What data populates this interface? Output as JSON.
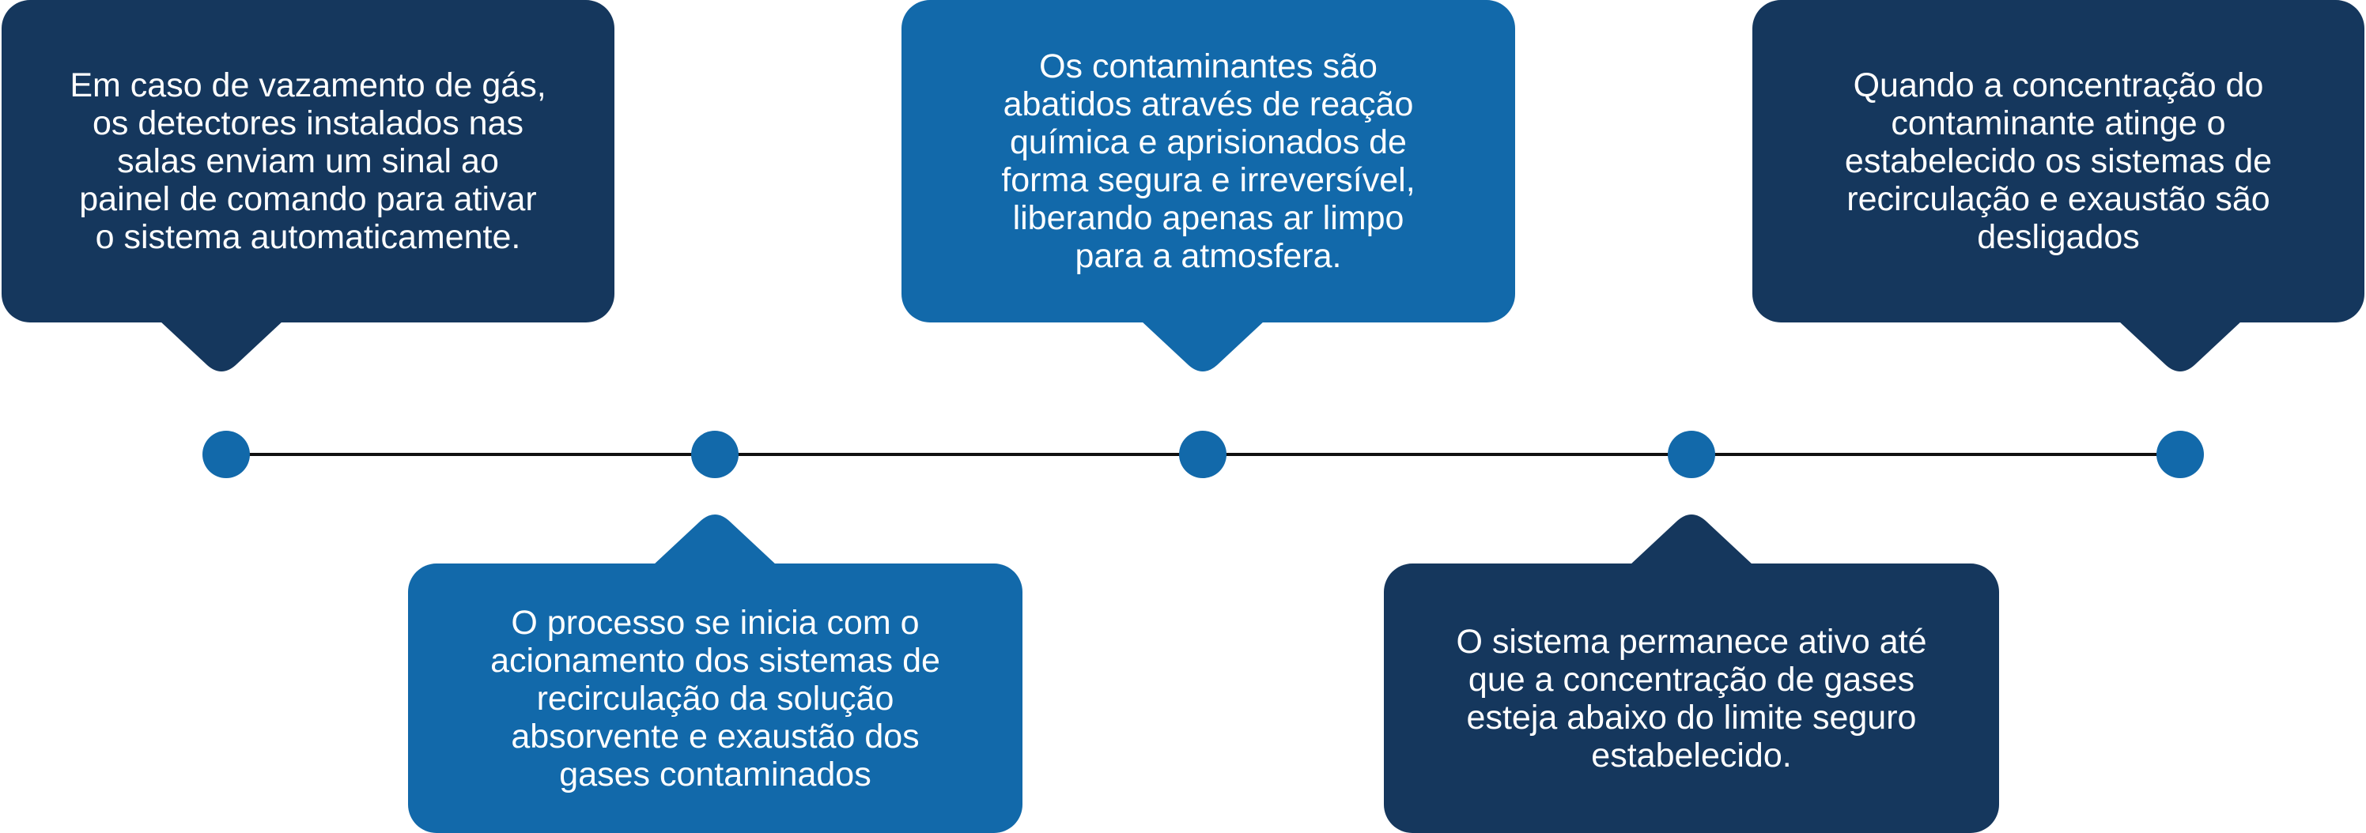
{
  "colors": {
    "navy": "#15375D",
    "blue": "#1269AA",
    "line": "#111111"
  },
  "timeline": {
    "steps": [
      {
        "position": "top",
        "color": "navy",
        "text": "Em caso de vazamento de gás,\nos detectores instalados nas\nsalas enviam um sinal ao\npainel de comando para ativar\no sistema automaticamente."
      },
      {
        "position": "bottom",
        "color": "blue",
        "text": "O processo se inicia com o\nacionamento dos sistemas de\nrecirculação da solução\nabsorvente e exaustão dos\ngases contaminados"
      },
      {
        "position": "top",
        "color": "blue",
        "text": "Os contaminantes são\nabatidos através de reação\nquímica e aprisionados de\nforma segura e irreversível,\nliberando apenas ar limpo\npara a atmosfera."
      },
      {
        "position": "bottom",
        "color": "navy",
        "text": "O sistema permanece ativo até\nque a concentração de gases\nesteja abaixo do limite seguro\nestabelecido."
      },
      {
        "position": "top",
        "color": "navy",
        "text": "Quando a concentração do\ncontaminante atinge o\nestabelecido os sistemas de\nrecirculação  e exaustão são\ndesligados"
      }
    ]
  }
}
